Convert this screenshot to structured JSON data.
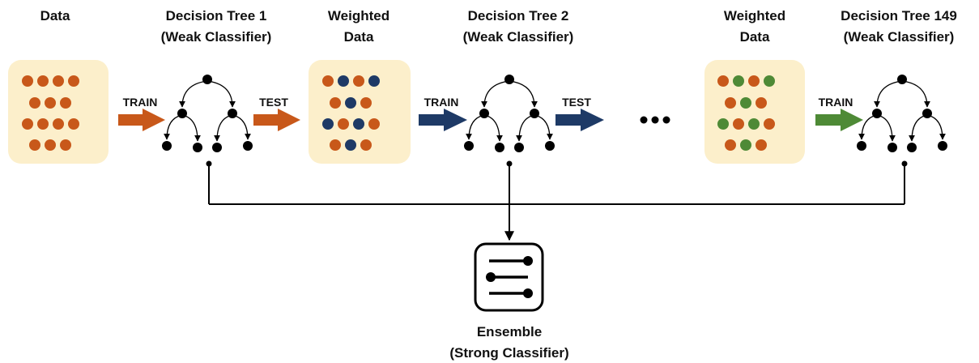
{
  "stages": {
    "data": {
      "title": "Data"
    },
    "tree1": {
      "title_line1": "Decision Tree 1",
      "title_line2": "(Weak Classifier)"
    },
    "weighted1": {
      "title_line1": "Weighted",
      "title_line2": "Data"
    },
    "tree2": {
      "title_line1": "Decision Tree 2",
      "title_line2": "(Weak Classifier)"
    },
    "weighted2": {
      "title_line1": "Weighted",
      "title_line2": "Data"
    },
    "tree149": {
      "title_line1": "Decision Tree 149",
      "title_line2": "(Weak Classifier)"
    }
  },
  "arrows": {
    "train1": "TRAIN",
    "test1": "TEST",
    "train2": "TRAIN",
    "test2": "TEST",
    "train3": "TRAIN"
  },
  "ensemble": {
    "line1": "Ensemble",
    "line2": "(Strong Classifier)",
    "icon": "ensemble-sliders-icon"
  },
  "ellipsis": "ellipsis-dots",
  "colors": {
    "orange": "#C8581A",
    "navy": "#1E3A66",
    "green": "#4E8A36",
    "panel": "#FCEFCB",
    "black": "#000000"
  },
  "panels": {
    "data": [
      "o",
      "o",
      "o",
      "o",
      "o",
      "o",
      "o",
      "o",
      "o",
      "o",
      "o",
      "o",
      "o",
      "o"
    ],
    "weighted1": [
      "o",
      "n",
      "o",
      "n",
      "o",
      "n",
      "o",
      "n",
      "o",
      "n",
      "o",
      "o",
      "n",
      "o"
    ],
    "weighted2": [
      "o",
      "g",
      "o",
      "g",
      "o",
      "g",
      "o",
      "g",
      "o",
      "g",
      "o",
      "o",
      "g",
      "o"
    ]
  }
}
